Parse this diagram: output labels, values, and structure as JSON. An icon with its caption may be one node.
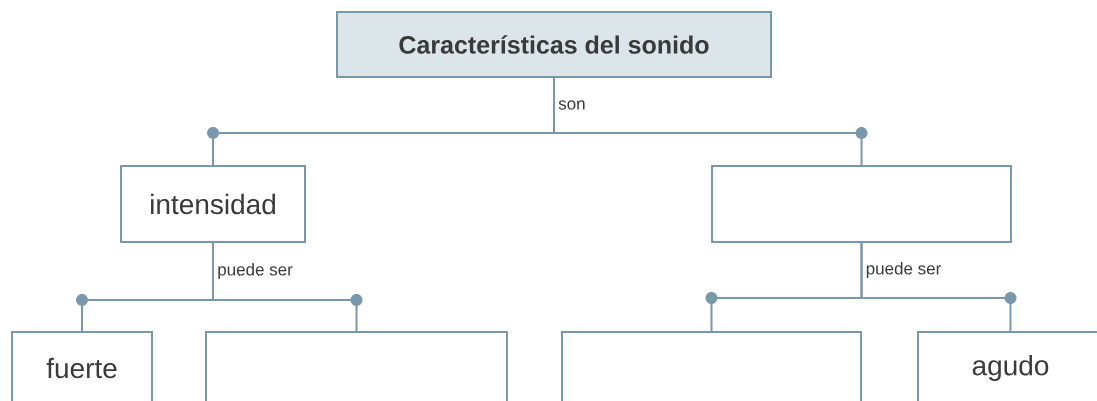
{
  "diagram": {
    "nodes": [
      {
        "text": [
          "Características del sonido"
        ]
      },
      {
        "text": [
          "intensidad"
        ]
      },
      {
        "text": [],
        "shape": "box"
      },
      {
        "text": [
          "fuerte"
        ]
      },
      {
        "text": [],
        "shape": "box"
      },
      {
        "text": [],
        "shape": "box"
      },
      {
        "text": [
          "agudo"
        ]
      }
    ],
    "edges": [
      {
        "from": 0,
        "to": 1,
        "arrow": "none",
        "label": "son"
      },
      {
        "from": 0,
        "to": 2,
        "arrow": "none"
      },
      {
        "from": 1,
        "to": 3,
        "arrow": "none",
        "label": "puede ser"
      },
      {
        "from": 1,
        "to": 4,
        "arrow": "none"
      },
      {
        "from": 2,
        "to": 5,
        "arrow": "none",
        "label": "puede ser"
      },
      {
        "from": 2,
        "to": 6,
        "arrow": "none"
      }
    ]
  }
}
